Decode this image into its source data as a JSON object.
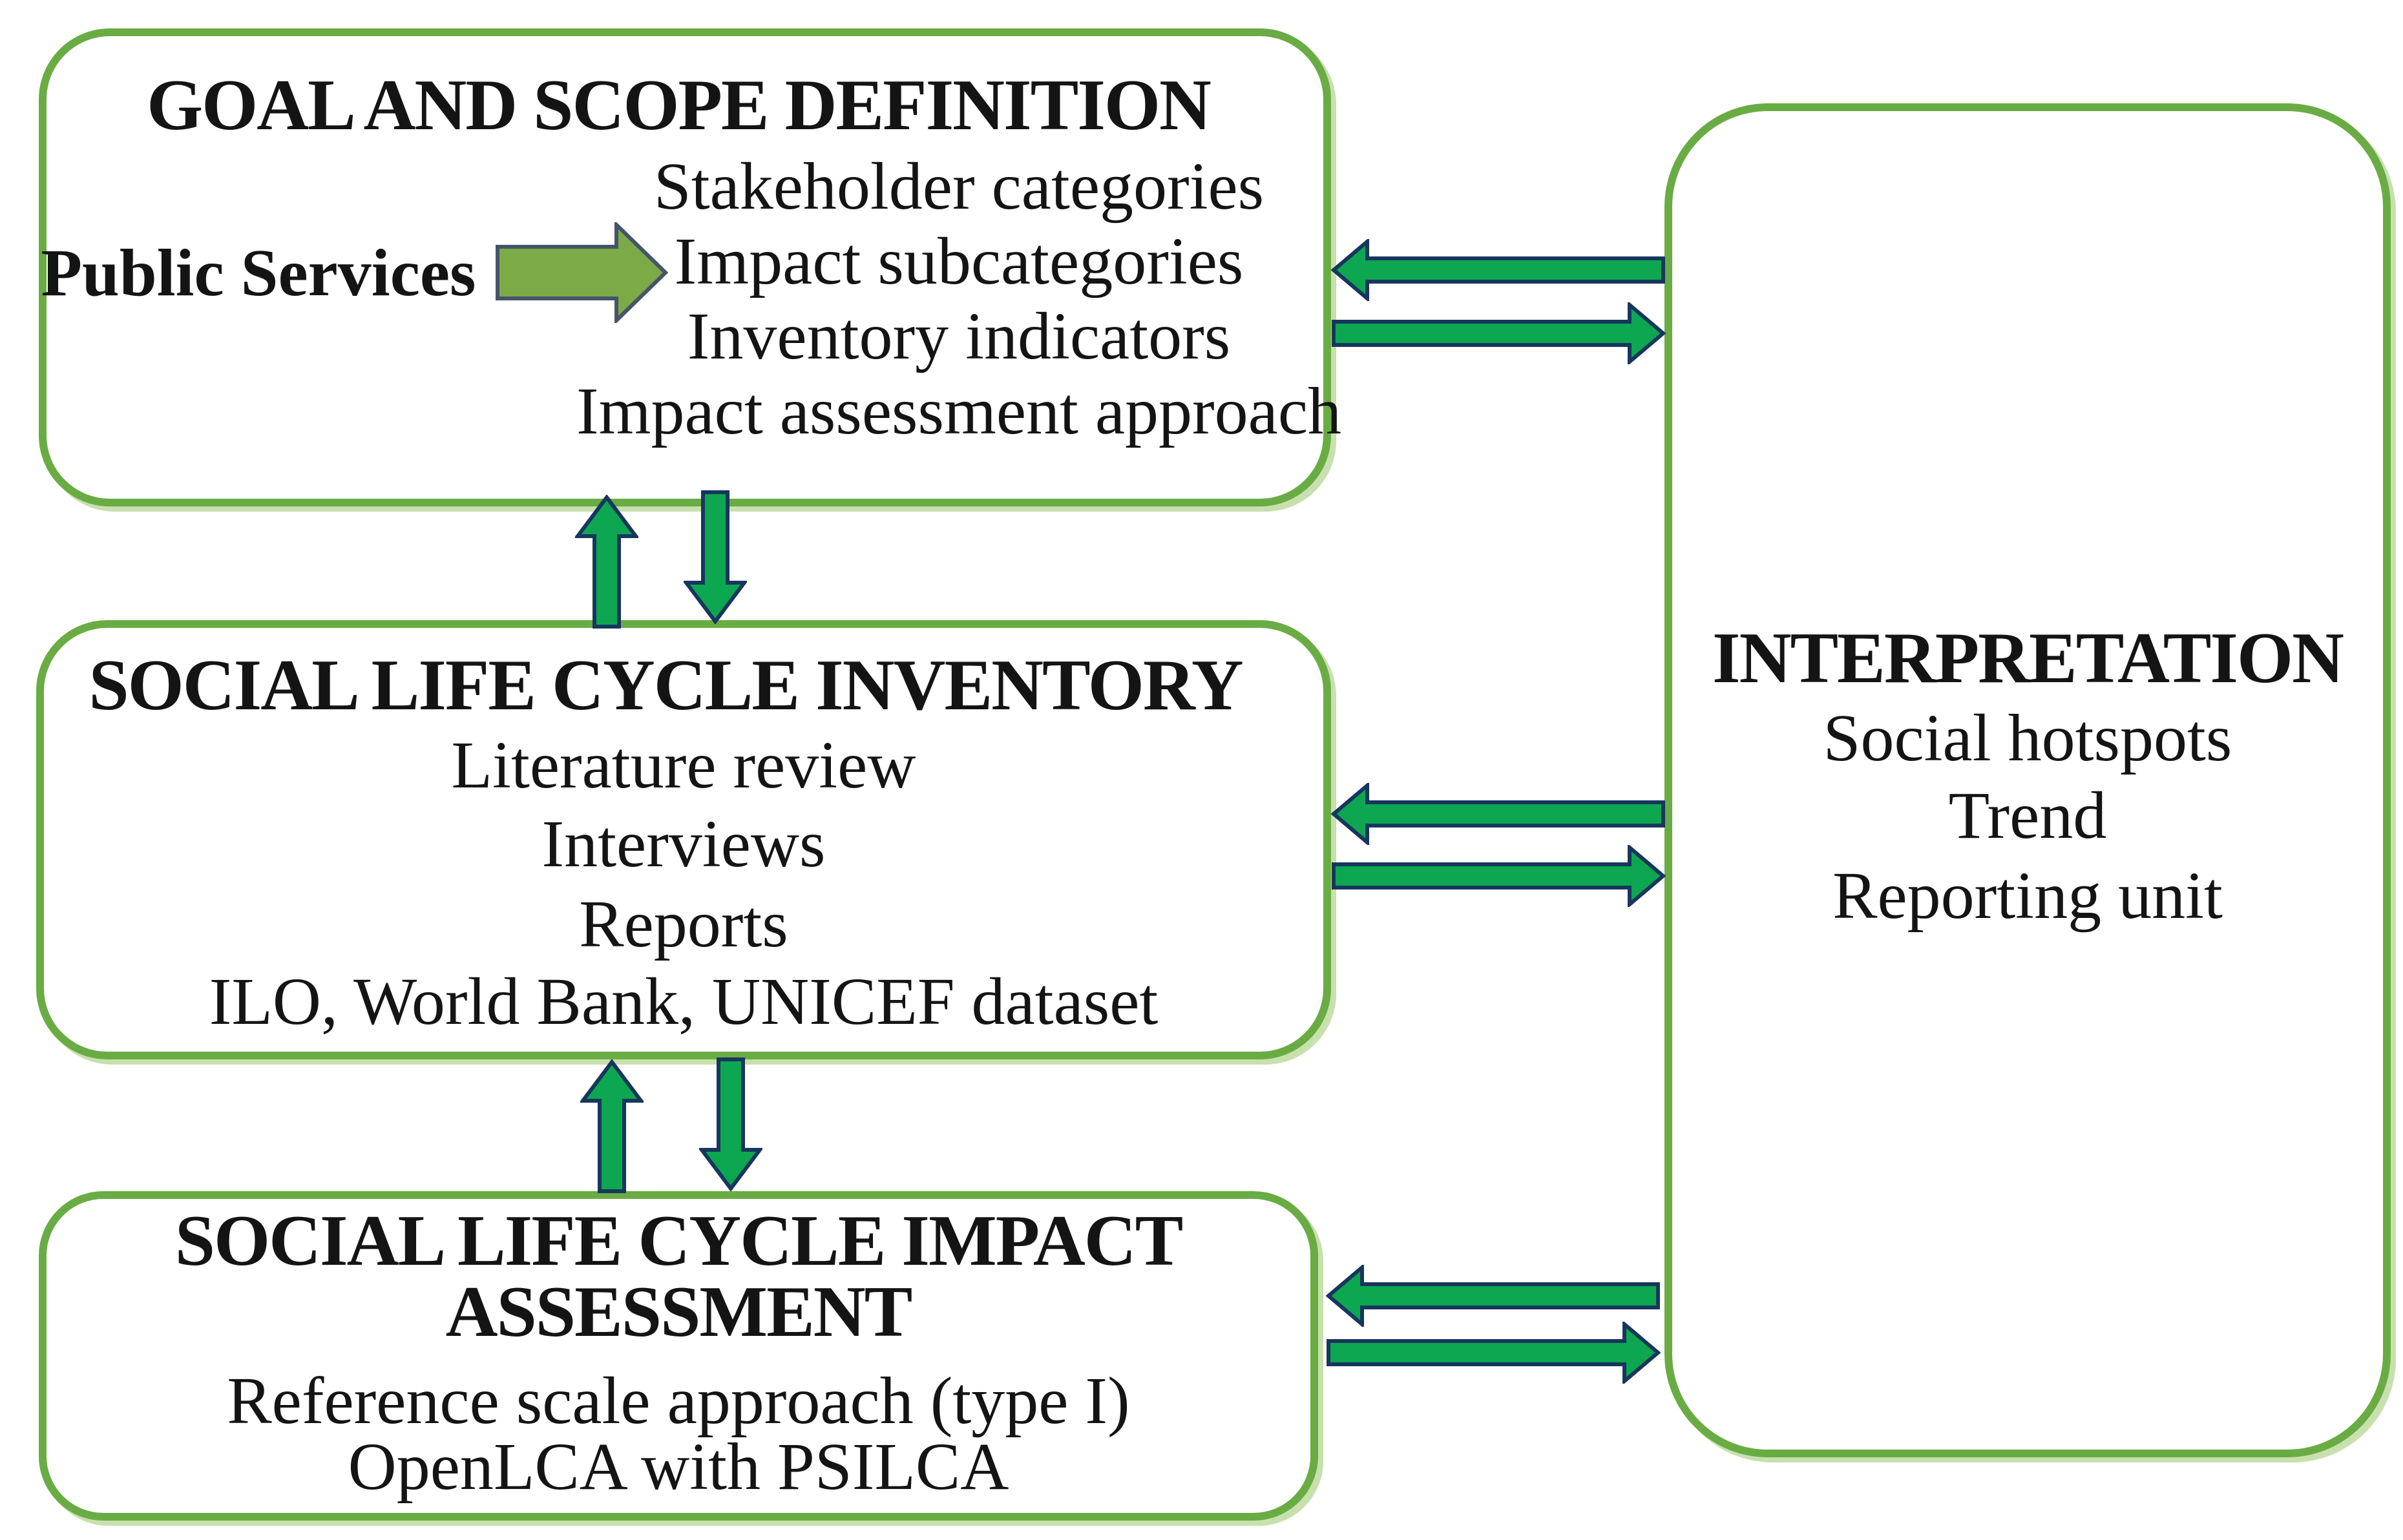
{
  "diagram": {
    "type": "flowchart",
    "background": "#ffffff",
    "colors": {
      "box_border": "#6aac44",
      "box_fill": "#ffffff",
      "arrow_fill": "#0ca750",
      "arrow_stroke": "#17365d",
      "input_arrow_fill": "#7baa46",
      "input_arrow_stroke": "#44546a",
      "text": "#141414"
    },
    "boxes": {
      "goal": {
        "title": "GOAL AND SCOPE DEFINITION",
        "input_label": "Public Services",
        "items": [
          "Stakeholder categories",
          "Impact subcategories",
          "Inventory indicators",
          "Impact assessment approach"
        ]
      },
      "inventory": {
        "title": "SOCIAL LIFE CYCLE INVENTORY",
        "items": [
          "Literature review",
          "Interviews",
          "Reports",
          "ILO, World Bank, UNICEF dataset"
        ]
      },
      "impact": {
        "title_line1": "SOCIAL LIFE CYCLE IMPACT",
        "title_line2": "ASSESSMENT",
        "items": [
          "Reference scale approach (type I)",
          "OpenLCA with PSILCA"
        ]
      },
      "interpretation": {
        "title": "INTERPRETATION",
        "items": [
          "Social hotspots",
          "Trend",
          "Reporting unit"
        ]
      }
    },
    "connections": [
      "public-services -> goal (input arrow)",
      "goal <-> interpretation (arrow pair)",
      "inventory <-> interpretation (arrow pair)",
      "impact <-> interpretation (arrow pair)",
      "goal <-> inventory (vertical arrow pair)",
      "inventory <-> impact (vertical arrow pair)"
    ]
  }
}
